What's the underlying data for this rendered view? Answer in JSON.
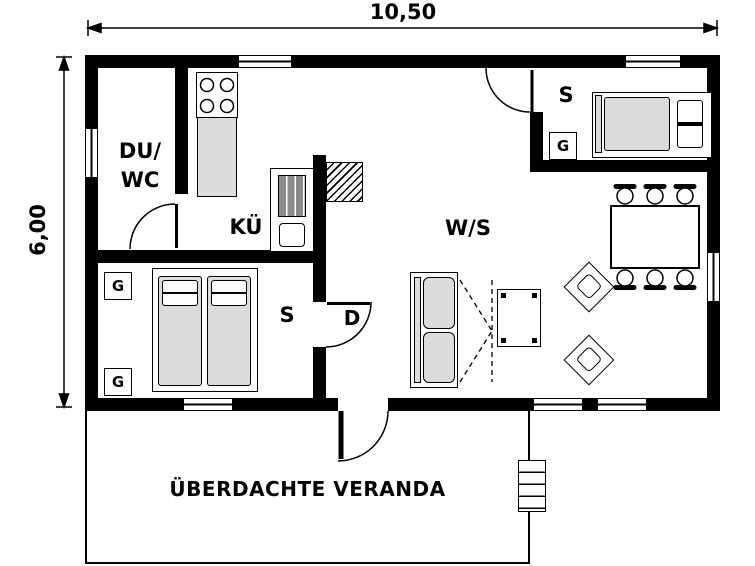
{
  "type": "floor-plan",
  "dimensions": {
    "width": "10,50",
    "height": "6,00"
  },
  "rooms": {
    "du_wc": {
      "line1": "DU/",
      "line2": "WC"
    },
    "kitchen": {
      "label": "KÜ"
    },
    "living_sleeping": {
      "label": "W/S"
    },
    "bedroom_top_right": {
      "label": "S"
    },
    "bedroom_bottom_left": {
      "label": "S"
    },
    "veranda": {
      "label": "ÜBERDACHTE VERANDA"
    }
  },
  "markers": {
    "door_label": "D",
    "wardrobe_label": "G"
  },
  "icons": {
    "stove": "4-burner-cooktop square",
    "kitchen_counter": "grey worktop rectangle",
    "sink": "dark basin with drainer lines",
    "chimney": "hatched square",
    "single_bed": "bed with mattress and pillow",
    "double_bed": "two mattresses with pillows",
    "wardrobe": "G box",
    "dining_table": "rectangle with six chairs",
    "chair": "circle with backrest",
    "armchair": "rotated square with cushion",
    "sofa": "two cushions with fold-out dashed outline",
    "side_table": "rectangle with corner legs",
    "stairs": "striped rectangle",
    "door": "quarter-circle swing arc",
    "window": "thin lined wall opening"
  },
  "colors": {
    "wall": "#000000",
    "furniture_fill": "#dcdcdc",
    "sink_fill": "#8a8a8a",
    "background": "#ffffff"
  }
}
